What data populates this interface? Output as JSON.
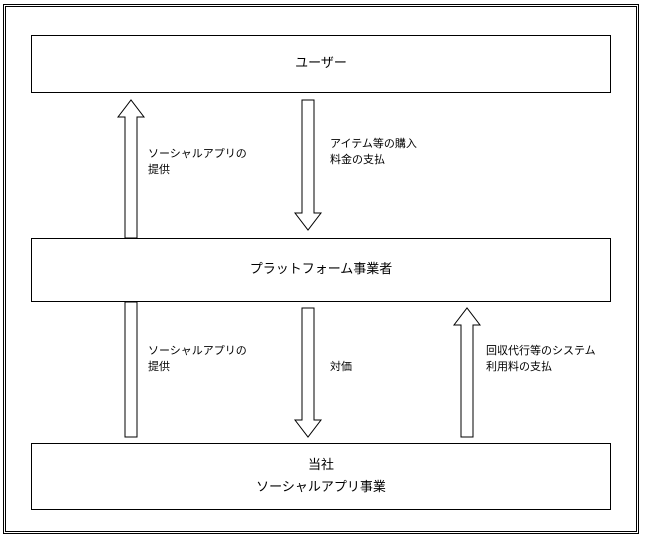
{
  "boxes": {
    "user": "ユーザー",
    "platform": "プラットフォーム事業者",
    "company_line1": "当社",
    "company_line2": "ソーシャルアプリ事業"
  },
  "labels": {
    "provision_upper_line1": "ソーシャルアプリの",
    "provision_upper_line2": "提供",
    "payment_upper_line1": "アイテム等の購入",
    "payment_upper_line2": "料金の支払",
    "provision_lower_line1": "ソーシャルアプリの",
    "provision_lower_line2": "提供",
    "consideration": "対価",
    "fee_line1": "回収代行等のシステム",
    "fee_line2": "利用料の支払"
  }
}
